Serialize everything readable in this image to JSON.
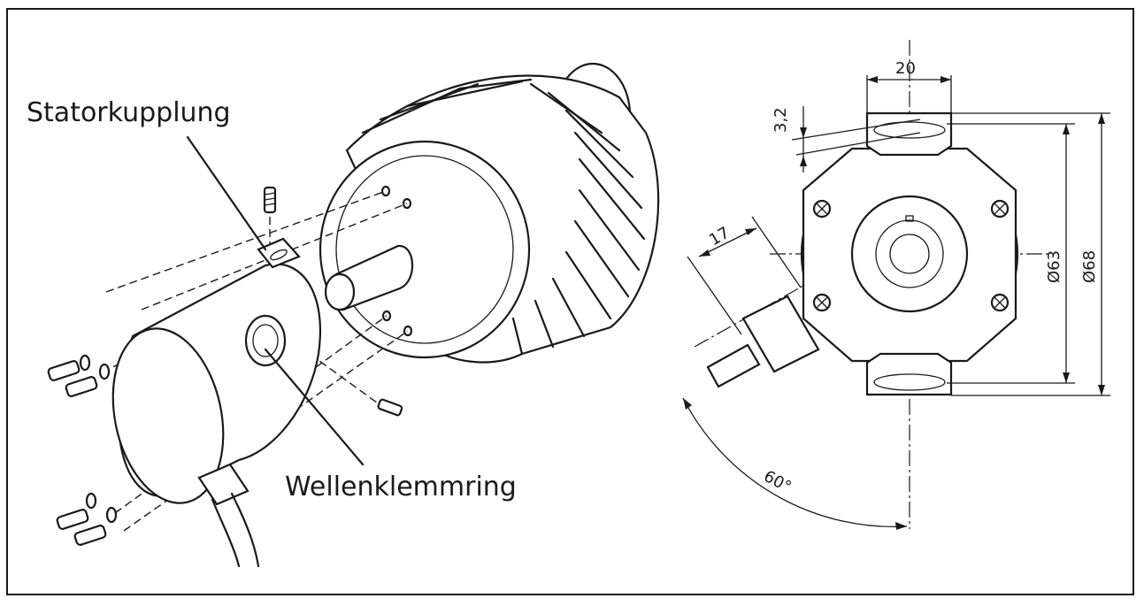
{
  "labels": {
    "stator_coupling": "Statorkupplung",
    "shaft_clamp_ring": "Wellenklemmring"
  },
  "dimensions": {
    "width_top": "20",
    "thickness": "3,2",
    "cable_offset": "17",
    "diameter_inner": "Ø63",
    "diameter_outer": "Ø68",
    "angle": "60°"
  },
  "colors": {
    "line": "#1a1a1a",
    "background": "#ffffff"
  }
}
